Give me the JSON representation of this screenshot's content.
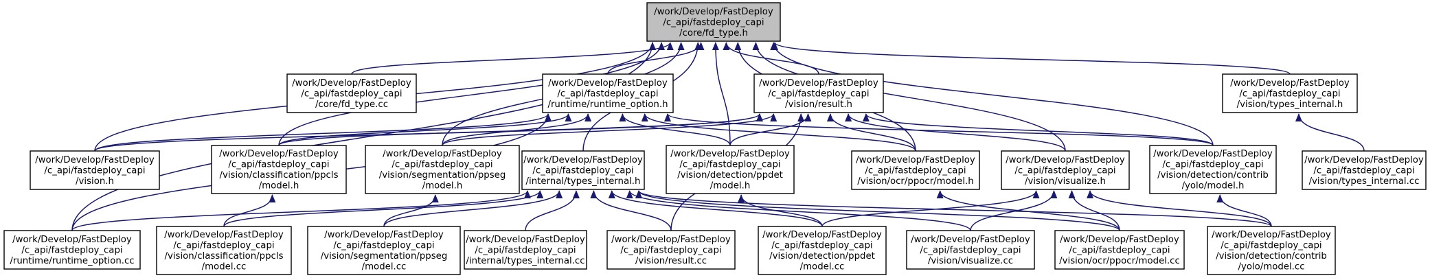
{
  "graph": {
    "arrow_color": "#191970",
    "root_fill": "#bfbfbf",
    "nodes": [
      {
        "id": "root",
        "lines": [
          "/work/Develop/FastDeploy",
          "/c_api/fastdeploy_capi",
          "/core/fd_type.h"
        ],
        "root": true
      },
      {
        "id": "fdtype_cc",
        "lines": [
          "/work/Develop/FastDeploy",
          "/c_api/fastdeploy_capi",
          "/core/fd_type.cc"
        ]
      },
      {
        "id": "runtime_option_h",
        "lines": [
          "/work/Develop/FastDeploy",
          "/c_api/fastdeploy_capi",
          "/runtime/runtime_option.h"
        ]
      },
      {
        "id": "result_h",
        "lines": [
          "/work/Develop/FastDeploy",
          "/c_api/fastdeploy_capi",
          "/vision/result.h"
        ]
      },
      {
        "id": "types_internal_h_vision",
        "lines": [
          "/work/Develop/FastDeploy",
          "/c_api/fastdeploy_capi",
          "/vision/types_internal.h"
        ]
      },
      {
        "id": "vision_h",
        "lines": [
          "/work/Develop/FastDeploy",
          "/c_api/fastdeploy_capi",
          "/vision.h"
        ]
      },
      {
        "id": "ppcls_h",
        "lines": [
          "/work/Develop/FastDeploy",
          "/c_api/fastdeploy_capi",
          "/vision/classification/ppcls",
          "/model.h"
        ]
      },
      {
        "id": "ppseg_h",
        "lines": [
          "/work/Develop/FastDeploy",
          "/c_api/fastdeploy_capi",
          "/vision/segmentation/ppseg",
          "/model.h"
        ]
      },
      {
        "id": "internal_types_h",
        "lines": [
          "/work/Develop/FastDeploy",
          "/c_api/fastdeploy_capi",
          "/internal/types_internal.h"
        ]
      },
      {
        "id": "ppdet_h",
        "lines": [
          "/work/Develop/FastDeploy",
          "/c_api/fastdeploy_capi",
          "/vision/detection/ppdet",
          "/model.h"
        ]
      },
      {
        "id": "ppocr_h",
        "lines": [
          "/work/Develop/FastDeploy",
          "/c_api/fastdeploy_capi",
          "/vision/ocr/ppocr/model.h"
        ]
      },
      {
        "id": "visualize_h",
        "lines": [
          "/work/Develop/FastDeploy",
          "/c_api/fastdeploy_capi",
          "/vision/visualize.h"
        ]
      },
      {
        "id": "yolo_h",
        "lines": [
          "/work/Develop/FastDeploy",
          "/c_api/fastdeploy_capi",
          "/vision/detection/contrib",
          "/yolo/model.h"
        ]
      },
      {
        "id": "types_internal_cc_vision",
        "lines": [
          "/work/Develop/FastDeploy",
          "/c_api/fastdeploy_capi",
          "/vision/types_internal.cc"
        ]
      },
      {
        "id": "runtime_option_cc",
        "lines": [
          "/work/Develop/FastDeploy",
          "/c_api/fastdeploy_capi",
          "/runtime/runtime_option.cc"
        ]
      },
      {
        "id": "ppcls_cc",
        "lines": [
          "/work/Develop/FastDeploy",
          "/c_api/fastdeploy_capi",
          "/vision/classification/ppcls",
          "/model.cc"
        ]
      },
      {
        "id": "ppseg_cc",
        "lines": [
          "/work/Develop/FastDeploy",
          "/c_api/fastdeploy_capi",
          "/vision/segmentation/ppseg",
          "/model.cc"
        ]
      },
      {
        "id": "internal_types_cc",
        "lines": [
          "/work/Develop/FastDeploy",
          "/c_api/fastdeploy_capi",
          "/internal/types_internal.cc"
        ]
      },
      {
        "id": "result_cc",
        "lines": [
          "/work/Develop/FastDeploy",
          "/c_api/fastdeploy_capi",
          "/vision/result.cc"
        ]
      },
      {
        "id": "ppdet_cc",
        "lines": [
          "/work/Develop/FastDeploy",
          "/c_api/fastdeploy_capi",
          "/vision/detection/ppdet",
          "/model.cc"
        ]
      },
      {
        "id": "visualize_cc",
        "lines": [
          "/work/Develop/FastDeploy",
          "/c_api/fastdeploy_capi",
          "/vision/visualize.cc"
        ]
      },
      {
        "id": "ppocr_cc",
        "lines": [
          "/work/Develop/FastDeploy",
          "/c_api/fastdeploy_capi",
          "/vision/ocr/ppocr/model.cc"
        ]
      },
      {
        "id": "yolo_cc",
        "lines": [
          "/work/Develop/FastDeploy",
          "/c_api/fastdeploy_capi",
          "/vision/detection/contrib",
          "/yolo/model.cc"
        ]
      }
    ],
    "edges": [
      [
        "fdtype_cc",
        "root"
      ],
      [
        "runtime_option_h",
        "root"
      ],
      [
        "result_h",
        "root"
      ],
      [
        "types_internal_h_vision",
        "root"
      ],
      [
        "vision_h",
        "root"
      ],
      [
        "ppcls_h",
        "root"
      ],
      [
        "ppseg_h",
        "root"
      ],
      [
        "internal_types_h",
        "root"
      ],
      [
        "ppdet_h",
        "root"
      ],
      [
        "ppocr_h",
        "root"
      ],
      [
        "visualize_h",
        "root"
      ],
      [
        "yolo_h",
        "root"
      ],
      [
        "runtime_option_cc",
        "root"
      ],
      [
        "vision_h",
        "runtime_option_h"
      ],
      [
        "ppcls_h",
        "runtime_option_h"
      ],
      [
        "ppseg_h",
        "runtime_option_h"
      ],
      [
        "ppdet_h",
        "runtime_option_h"
      ],
      [
        "ppocr_h",
        "runtime_option_h"
      ],
      [
        "yolo_h",
        "runtime_option_h"
      ],
      [
        "runtime_option_cc",
        "runtime_option_h"
      ],
      [
        "vision_h",
        "result_h"
      ],
      [
        "ppcls_h",
        "result_h"
      ],
      [
        "ppseg_h",
        "result_h"
      ],
      [
        "ppdet_h",
        "result_h"
      ],
      [
        "ppocr_h",
        "result_h"
      ],
      [
        "visualize_h",
        "result_h"
      ],
      [
        "yolo_h",
        "result_h"
      ],
      [
        "result_cc",
        "result_h"
      ],
      [
        "types_internal_cc_vision",
        "types_internal_h_vision"
      ],
      [
        "ppcls_cc",
        "ppcls_h"
      ],
      [
        "ppseg_cc",
        "ppseg_h"
      ],
      [
        "ppdet_cc",
        "ppdet_h"
      ],
      [
        "ppocr_cc",
        "ppocr_h"
      ],
      [
        "yolo_cc",
        "yolo_h"
      ],
      [
        "ppdet_cc",
        "visualize_h"
      ],
      [
        "visualize_cc",
        "visualize_h"
      ],
      [
        "ppocr_cc",
        "visualize_h"
      ],
      [
        "yolo_cc",
        "visualize_h"
      ],
      [
        "runtime_option_cc",
        "internal_types_h"
      ],
      [
        "ppcls_cc",
        "internal_types_h"
      ],
      [
        "ppseg_cc",
        "internal_types_h"
      ],
      [
        "internal_types_cc",
        "internal_types_h"
      ],
      [
        "result_cc",
        "internal_types_h"
      ],
      [
        "ppdet_cc",
        "internal_types_h"
      ],
      [
        "visualize_cc",
        "internal_types_h"
      ],
      [
        "ppocr_cc",
        "internal_types_h"
      ],
      [
        "yolo_cc",
        "internal_types_h"
      ]
    ]
  }
}
